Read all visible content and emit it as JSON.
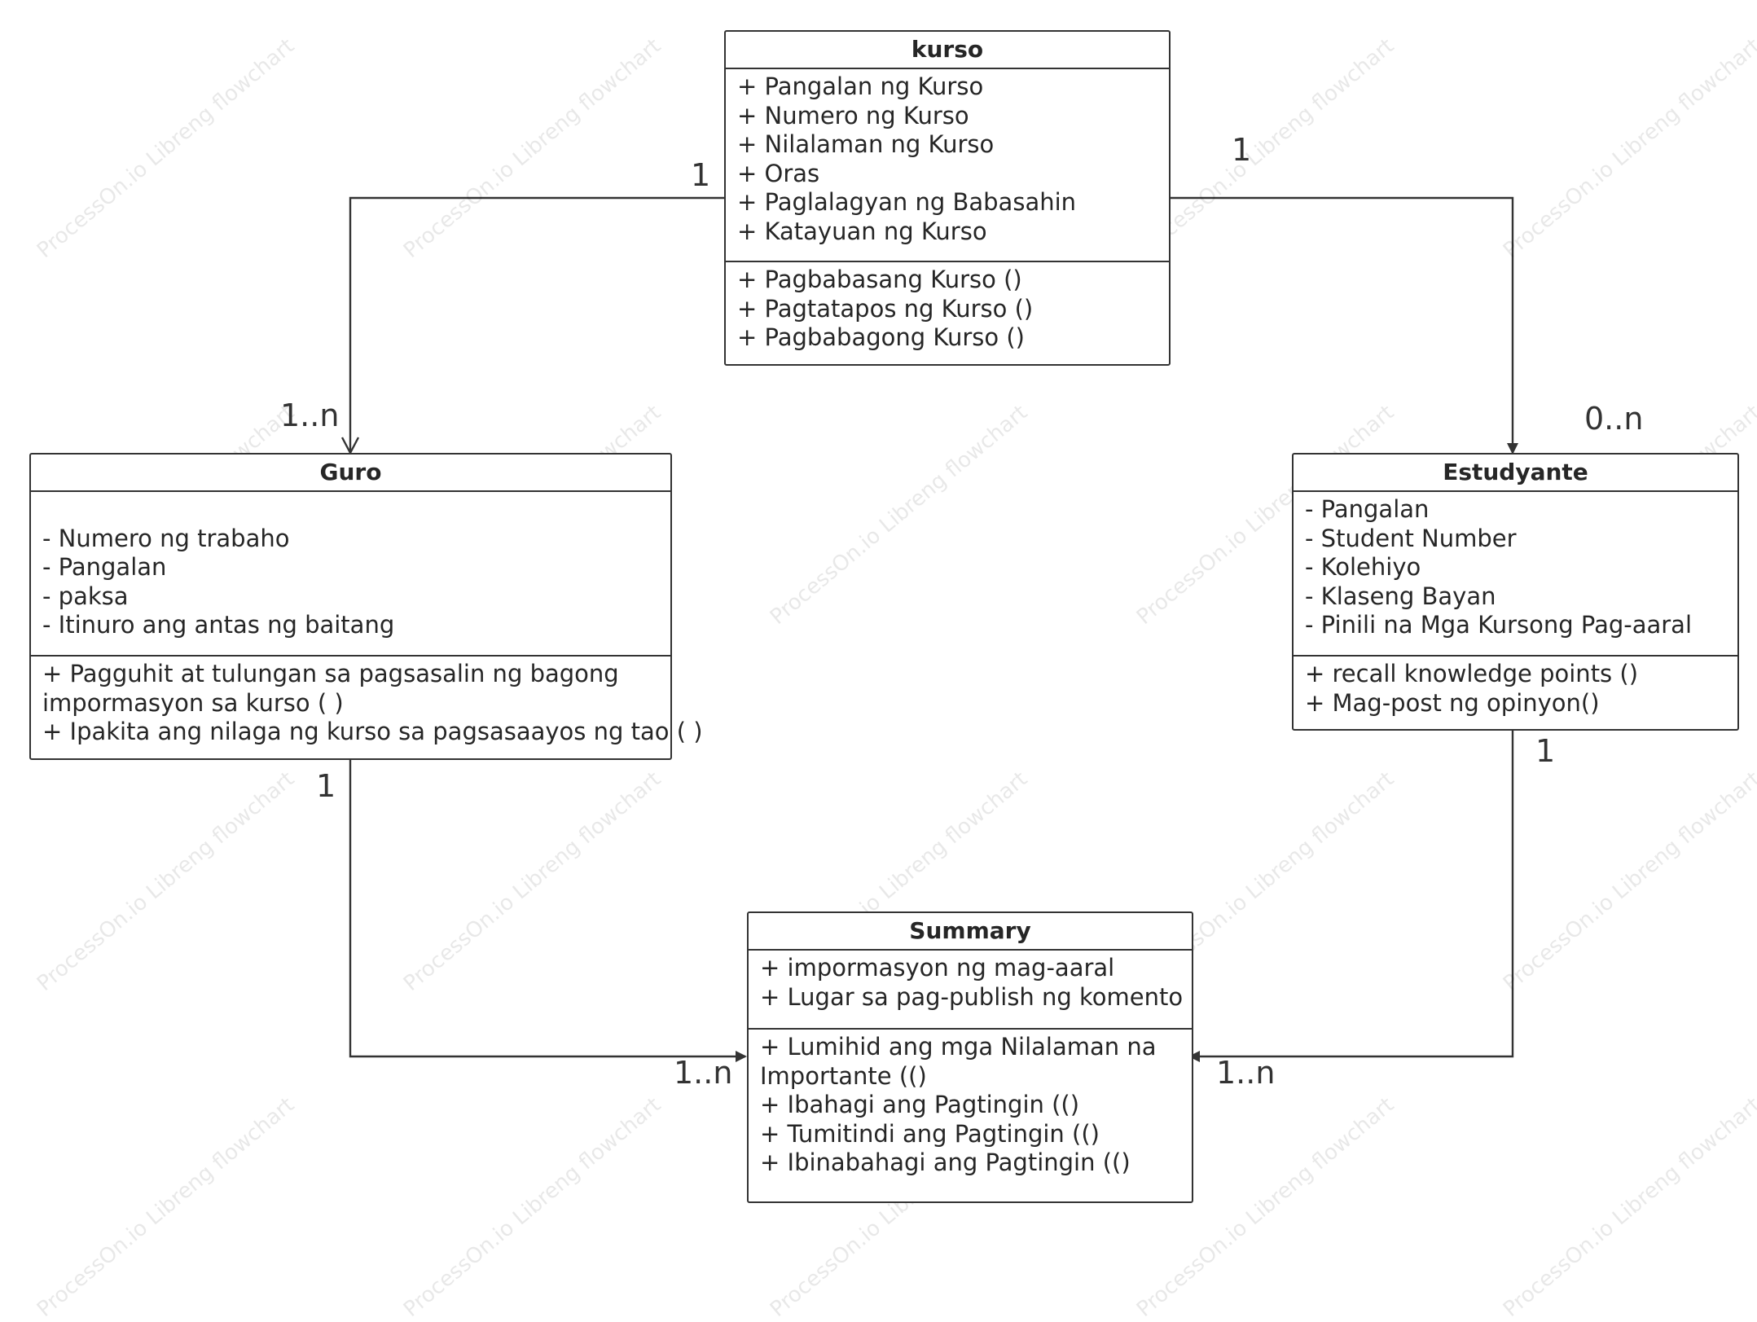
{
  "watermark": "ProcessOn.io Libreng flowchart",
  "classes": {
    "kurso": {
      "name": "kurso",
      "attributes": [
        "+ Pangalan ng Kurso",
        "+ Numero ng Kurso",
        "+ Nilalaman ng Kurso",
        "+ Oras",
        "+ Paglalagyan ng Babasahin",
        "+ Katayuan ng Kurso"
      ],
      "methods": [
        "+ Pagbabasang Kurso  ()",
        "+ Pagtatapos ng Kurso  ()",
        "+ Pagbabagong Kurso  ()"
      ]
    },
    "guro": {
      "name": "Guro",
      "attributes": [
        "",
        "- Numero ng trabaho",
        "- Pangalan",
        "- paksa",
        "- Itinuro ang antas ng baitang"
      ],
      "methods": [
        "+ Pagguhit at tulungan sa pagsasalin ng bagong impormasyon sa kurso ( )",
        "+ Ipakita ang nilaga ng kurso sa pagsasaayos ng tao ( )"
      ]
    },
    "estudyante": {
      "name": "Estudyante",
      "attributes": [
        "- Pangalan",
        "- Student Number",
        "- Kolehiyo",
        "- Klaseng Bayan",
        "- Pinili na Mga Kursong Pag-aaral"
      ],
      "methods": [
        "+ recall knowledge points ()",
        "+ Mag-post ng opinyon()"
      ]
    },
    "summary": {
      "name": "Summary",
      "attributes": [
        "+ impormasyon ng mag-aaral",
        "+ Lugar sa pag-publish ng komento"
      ],
      "methods": [
        "+ Lumihid ang mga Nilalaman na Importante (()",
        "+ Ibahagi ang Pagtingin (()",
        "+ Tumitindi ang Pagtingin (()",
        "+ Ibinabahagi ang Pagtingin (()"
      ]
    }
  },
  "relations": [
    {
      "from": "kurso",
      "to": "guro",
      "from_mult": "1",
      "to_mult": "1..n",
      "arrow": "open"
    },
    {
      "from": "kurso",
      "to": "estudyante",
      "from_mult": "1",
      "to_mult": "0..n",
      "arrow": "filled"
    },
    {
      "from": "guro",
      "to": "summary",
      "from_mult": "1",
      "to_mult": "1..n",
      "arrow": "filled"
    },
    {
      "from": "estudyante",
      "to": "summary",
      "from_mult": "1",
      "to_mult": "1..n",
      "arrow": "filled"
    }
  ],
  "colors": {
    "line": "#333333",
    "text": "#262626",
    "background": "#ffffff"
  }
}
